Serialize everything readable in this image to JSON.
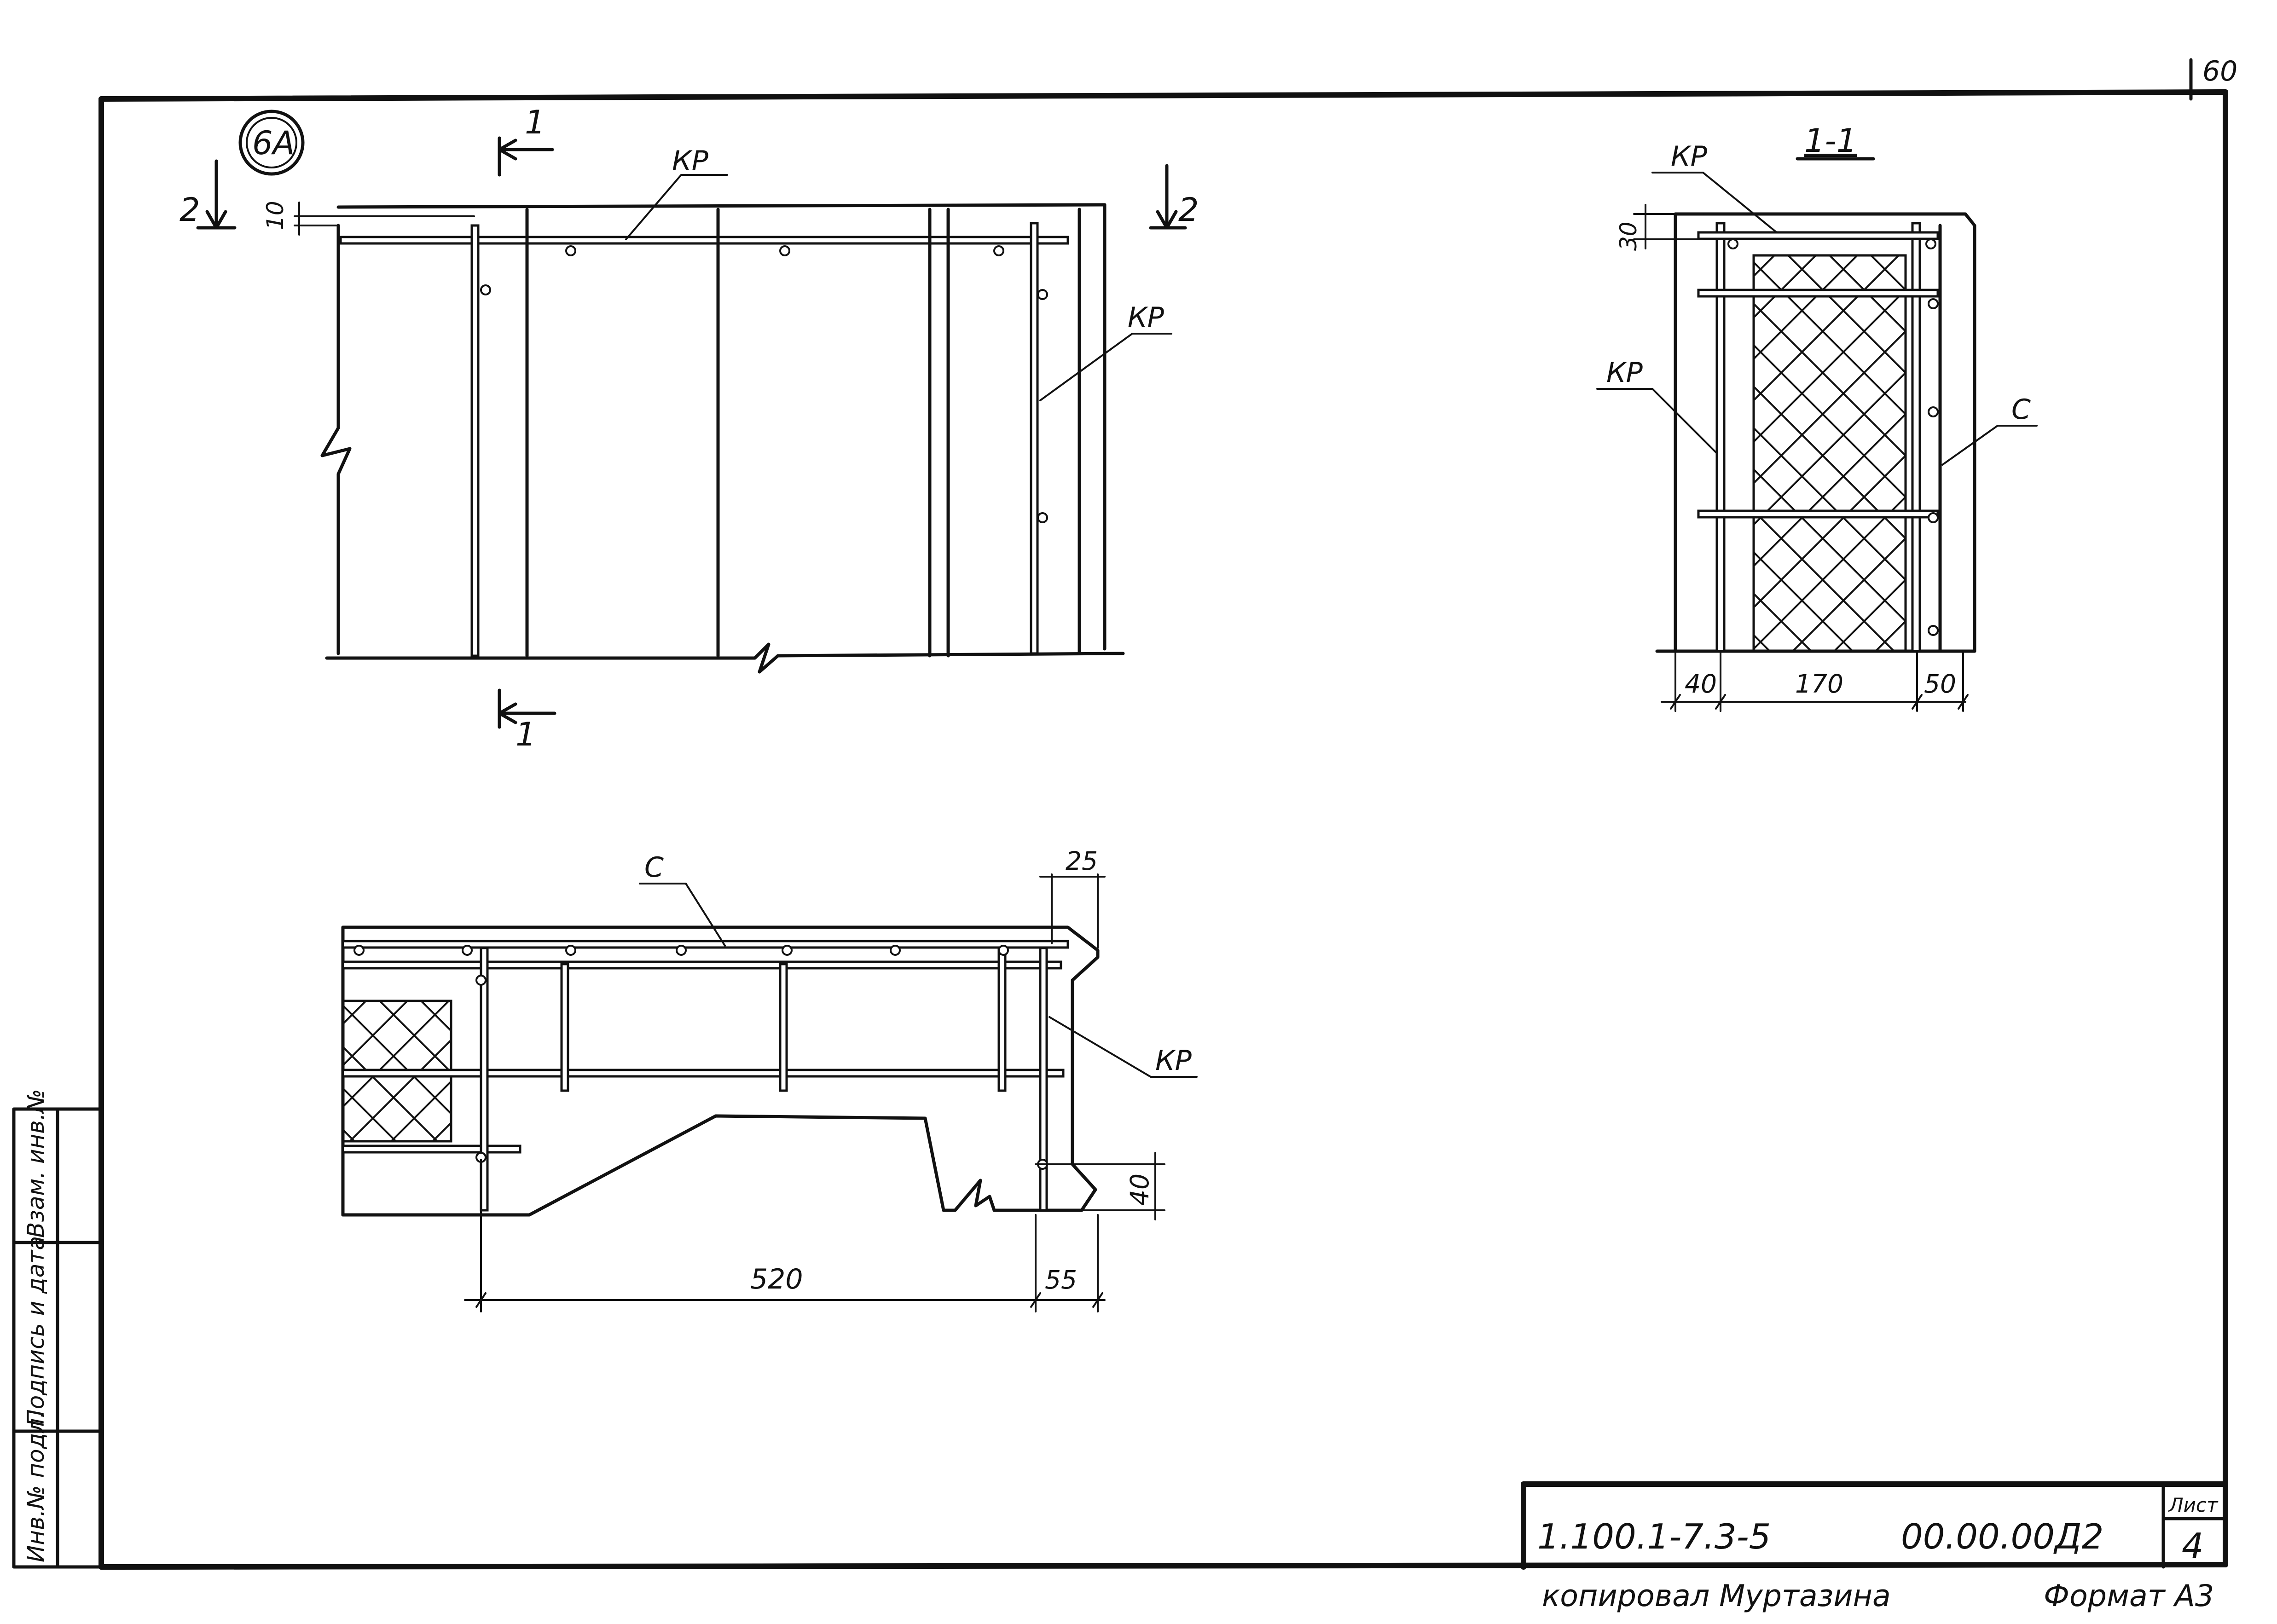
{
  "page_number": "60",
  "detail_marker": "6А",
  "section_marks": {
    "s1_top": "1",
    "s1_bottom": "1",
    "s2_left": "2",
    "s2_right": "2"
  },
  "labels": {
    "kp_top": "КР",
    "kp_right": "КР",
    "kp_section_top": "КР",
    "kp_section_left": "КР",
    "c_section": "С",
    "c_plan": "С",
    "kp_plan": "КР",
    "section_title": "1-1"
  },
  "dimensions": {
    "d10": "10",
    "d30": "30",
    "d40_section": "40",
    "d170": "170",
    "d50": "50",
    "d25": "25",
    "d40_plan": "40",
    "d520": "520",
    "d55": "55"
  },
  "side_stamp": {
    "field1": "Инв.№ подл.",
    "field2": "Подпись и дата",
    "field3": "Взам. инв.№"
  },
  "title_block": {
    "doc_code": "1.100.1-7.3-5",
    "drawing_code": "00.00.00Д2",
    "sheet_label": "Лист",
    "sheet_number": "4"
  },
  "footer": {
    "copied_by": "копировал Муртазина",
    "format": "Формат А3"
  }
}
